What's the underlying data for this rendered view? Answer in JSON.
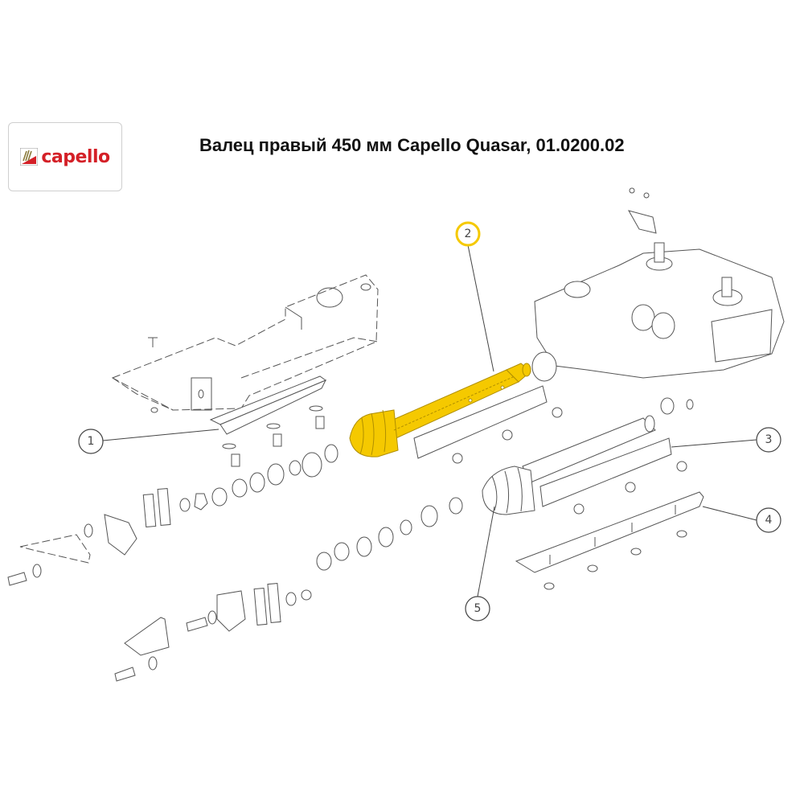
{
  "header": {
    "logo_text": "capello",
    "title": "Валец правый 450 мм Capello Quasar, 01.0200.02"
  },
  "colors": {
    "brand_red": "#d42027",
    "highlight_part": "#f5c900",
    "highlight_outline": "#b08f00",
    "line": "#555555"
  },
  "callouts": [
    {
      "number": "1",
      "part": "guide-rail",
      "highlighted": false
    },
    {
      "number": "2",
      "part": "right-roller-450mm",
      "highlighted": true
    },
    {
      "number": "3",
      "part": "left-roller-knife-bar",
      "highlighted": false
    },
    {
      "number": "4",
      "part": "scraper-bar",
      "highlighted": false
    },
    {
      "number": "5",
      "part": "left-roller",
      "highlighted": false
    }
  ]
}
